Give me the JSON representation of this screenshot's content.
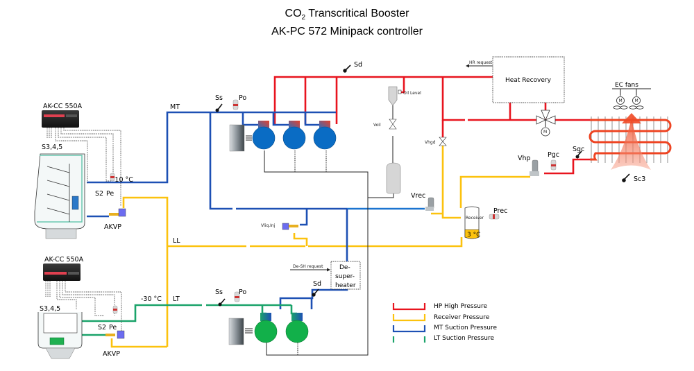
{
  "title": {
    "line1_prefix": "CO",
    "line1_sub": "2",
    "line1_suffix": " Transcritical Booster",
    "line2": "AK-PC 572 Minipack controller"
  },
  "mt_case": {
    "controller": "AK-CC 550A",
    "sensors": "S3,4,5",
    "s2": "S2",
    "pe": "Pe",
    "valve": "AKVP",
    "temperature": "-10 °C"
  },
  "lt_case": {
    "controller": "AK-CC 550A",
    "sensors": "S3,4,5",
    "s2": "S2",
    "pe": "Pe",
    "valve": "AKVP",
    "temperature": "-30 °C"
  },
  "lines": {
    "mt": "MT",
    "ll": "LL",
    "lt": "LT"
  },
  "mt_pack": {
    "ss": "Ss",
    "po": "Po",
    "sd": "Sd",
    "compressors": 3
  },
  "lt_pack": {
    "ss": "Ss",
    "po": "Po",
    "sd": "Sd",
    "compressors": 2
  },
  "components": {
    "oil_level": "Oil Level",
    "voil": "Voil",
    "vhgd": "Vhgd",
    "vrec": "Vrec",
    "prec": "Prec",
    "receiver": "Receiver",
    "receiver_temp": "3 °C",
    "vhp": "Vhp",
    "pgc": "Pgc",
    "sgc": "Sgc",
    "sc3": "Sc3",
    "ec_fans": "EC fans",
    "heat_recovery": "Heat Recovery",
    "hr_request": "HR request",
    "vliq_inj": "Vliq.Inj",
    "desuperheater_l1": "De-",
    "desuperheater_l2": "super-",
    "desuperheater_l3": "heater",
    "desh_request": "De-SH request",
    "motor_symbol": "M"
  },
  "legend": [
    {
      "label": "HP High Pressure",
      "color": "#e8141e"
    },
    {
      "label": "Receiver Pressure",
      "color": "#fcc20e"
    },
    {
      "label": "MT Suction Pressure",
      "color": "#1d50b4"
    },
    {
      "label": "LT Suction Pressure",
      "color": "#1aa36a"
    }
  ]
}
